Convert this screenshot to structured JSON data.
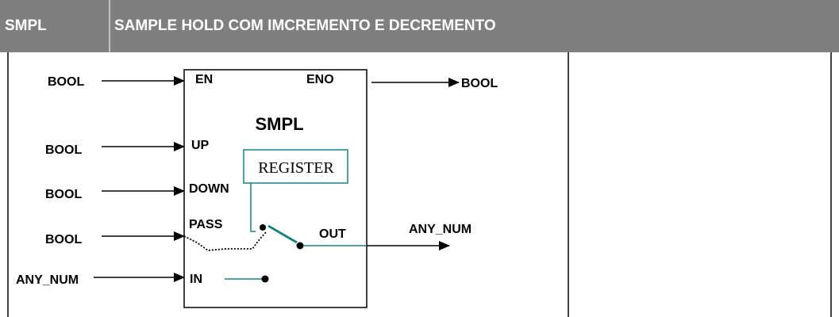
{
  "header": {
    "code": "SMPL",
    "title": "SAMPLE HOLD COM IMCREMENTO E DECREMENTO"
  },
  "block": {
    "name": "SMPL",
    "inner_box_label": "REGISTER",
    "pins": {
      "en": "EN",
      "eno": "ENO",
      "up": "UP",
      "down": "DOWN",
      "pass": "PASS",
      "in": "IN",
      "out": "OUT"
    },
    "inputs": {
      "en_type": "BOOL",
      "up_type": "BOOL",
      "down_type": "BOOL",
      "pass_type": "BOOL",
      "in_type": "ANY_NUM"
    },
    "outputs": {
      "eno_type": "BOOL",
      "out_type": "ANY_NUM"
    }
  },
  "colors": {
    "header_bg": "#7f7f7f",
    "header_text": "#ffffff",
    "teal": "#1a8080"
  }
}
